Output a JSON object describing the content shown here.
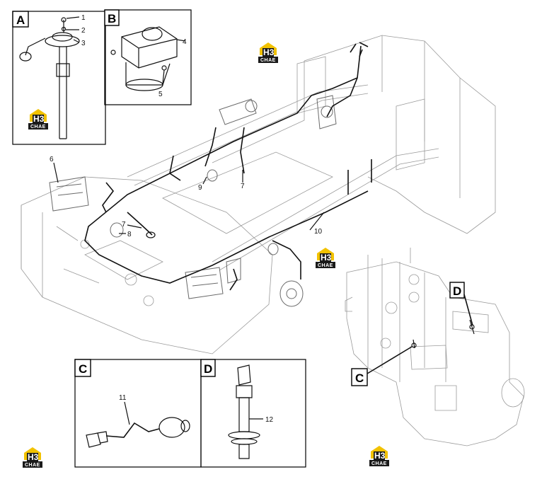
{
  "panels": {
    "a": {
      "tag": "A",
      "callouts": [
        "1",
        "2",
        "3"
      ]
    },
    "b": {
      "tag": "B",
      "callouts": [
        "4",
        "5"
      ]
    },
    "c": {
      "tag": "C",
      "callouts": [
        "11"
      ]
    },
    "d": {
      "tag": "D",
      "callouts": [
        "12"
      ]
    }
  },
  "main_callouts": [
    "6",
    "7",
    "7",
    "8",
    "9",
    "10"
  ],
  "transmission_tags": {
    "d": "D",
    "c": "C"
  },
  "logo": {
    "mark": "H3",
    "text": "CHAE"
  },
  "colors": {
    "line": "#111111",
    "logo_yellow": "#f2c200",
    "logo_dark": "#1a1a1a"
  }
}
